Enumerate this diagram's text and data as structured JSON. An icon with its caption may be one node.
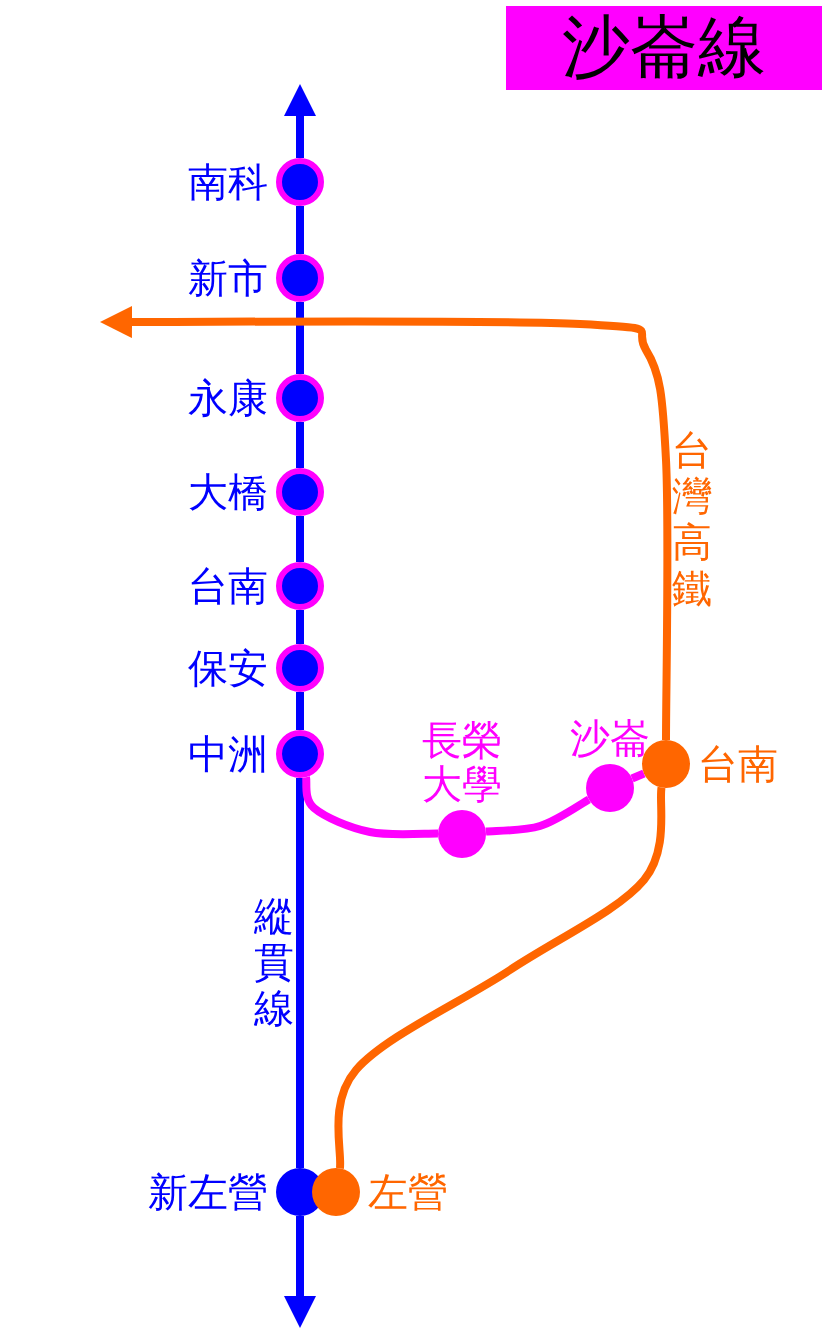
{
  "diagram": {
    "title": "沙崙線",
    "nodes": [
      {
        "text": [
          "南科"
        ]
      },
      {
        "text": [
          "新市"
        ]
      },
      {
        "text": [
          "永康"
        ]
      },
      {
        "text": [
          "大橋"
        ]
      },
      {
        "text": [
          "台南"
        ]
      },
      {
        "text": [
          "保安"
        ]
      },
      {
        "text": [
          "中洲"
        ]
      },
      {
        "text": [
          "長榮大學"
        ]
      },
      {
        "text": [
          "沙崙"
        ]
      },
      {
        "text": [
          "台南"
        ]
      },
      {
        "text": [
          "新左營"
        ]
      },
      {
        "text": [
          "左營"
        ]
      }
    ],
    "edges": [
      {
        "from": 0,
        "to": null,
        "arrow": "to"
      },
      {
        "from": 0,
        "to": 1,
        "arrow": "none"
      },
      {
        "from": 1,
        "to": 2,
        "arrow": "none"
      },
      {
        "from": 2,
        "to": 3,
        "arrow": "none"
      },
      {
        "from": 3,
        "to": 4,
        "arrow": "none"
      },
      {
        "from": 4,
        "to": 5,
        "arrow": "none"
      },
      {
        "from": 5,
        "to": 6,
        "arrow": "none"
      },
      {
        "from": 6,
        "to": 10,
        "arrow": "none"
      },
      {
        "from": 10,
        "to": null,
        "arrow": "to"
      },
      {
        "from": 6,
        "to": 7,
        "arrow": "none",
        "color": "#ff00ff"
      },
      {
        "from": 7,
        "to": 8,
        "arrow": "none",
        "color": "#ff00ff"
      },
      {
        "from": 8,
        "to": 9,
        "arrow": "none",
        "color": "#ff00ff"
      },
      {
        "from": 11,
        "to": 9,
        "arrow": "none",
        "color": "#ff6600"
      },
      {
        "from": 9,
        "to": null,
        "arrow": "to",
        "color": "#ff6600"
      }
    ],
    "labels": [
      "縱貫線",
      "台灣高鐵"
    ]
  }
}
